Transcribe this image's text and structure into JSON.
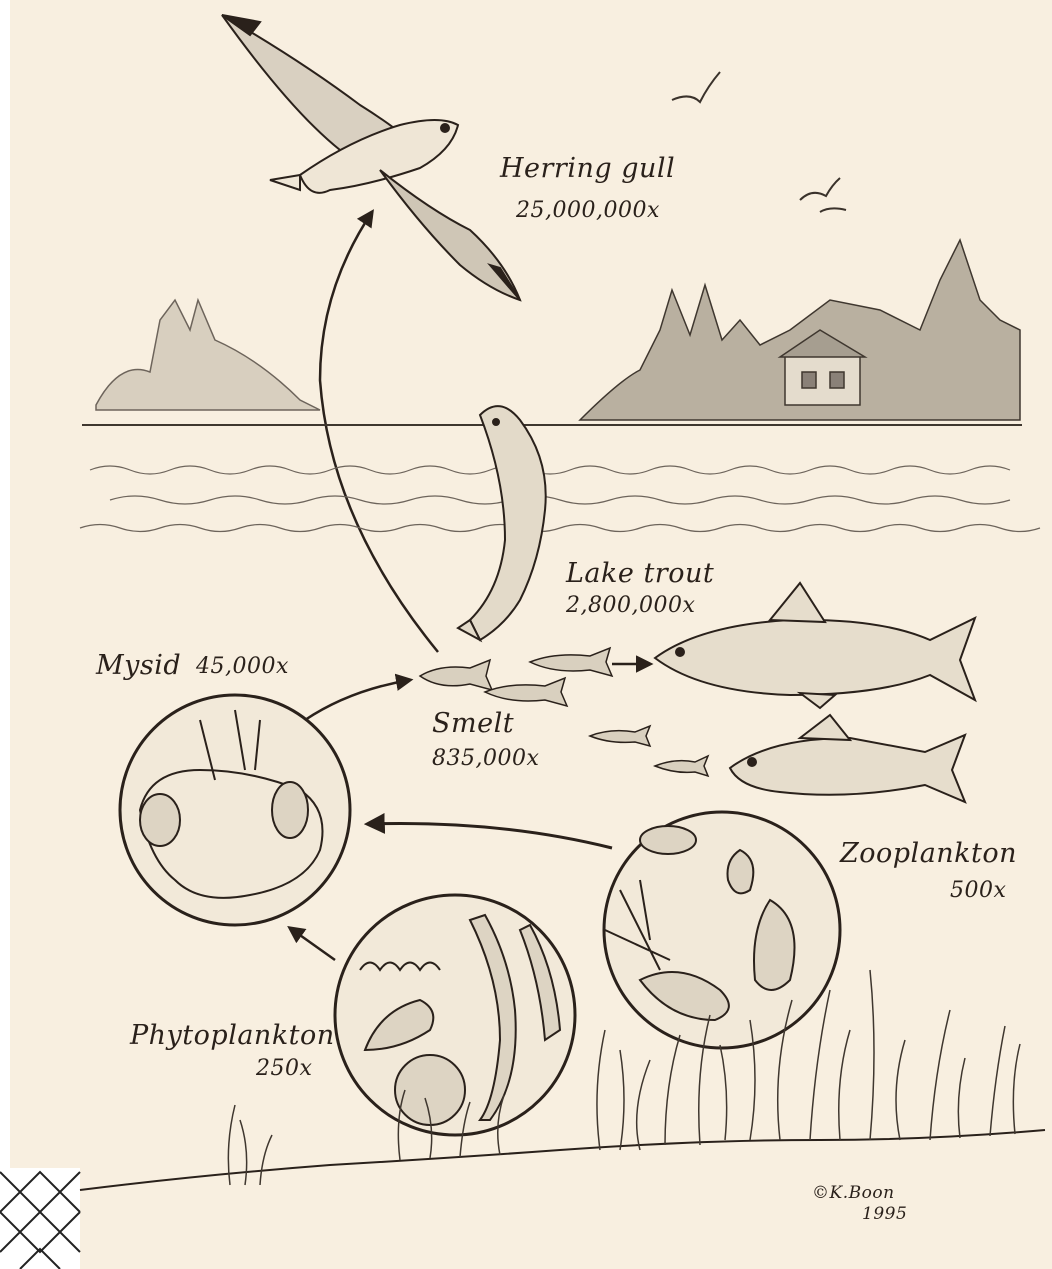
{
  "title": "",
  "organisms": [
    {
      "key": "gull",
      "name": "Herring gull",
      "factor": "25,000,000x"
    },
    {
      "key": "trout",
      "name": "Lake trout",
      "factor": "2,800,000x"
    },
    {
      "key": "mysid",
      "name": "Mysid",
      "factor": "45,000x"
    },
    {
      "key": "smelt",
      "name": "Smelt",
      "factor": "835,000x"
    },
    {
      "key": "zoo",
      "name": "Zooplankton",
      "factor": "500x"
    },
    {
      "key": "phyto",
      "name": "Phytoplankton",
      "factor": "250x"
    }
  ],
  "credit": {
    "line1": "©K.Boon",
    "line2": "1995"
  },
  "colors": {
    "paper": "#f8efe0",
    "ink": "#2a211b",
    "shade": "#8a8178"
  },
  "arrows": [
    {
      "from": "Smelt",
      "to": "Herring gull"
    },
    {
      "from": "Smelt",
      "to": "Lake trout"
    },
    {
      "from": "Mysid",
      "to": "Smelt"
    },
    {
      "from": "Zooplankton",
      "to": "Mysid"
    },
    {
      "from": "Phytoplankton",
      "to": "Mysid"
    }
  ]
}
